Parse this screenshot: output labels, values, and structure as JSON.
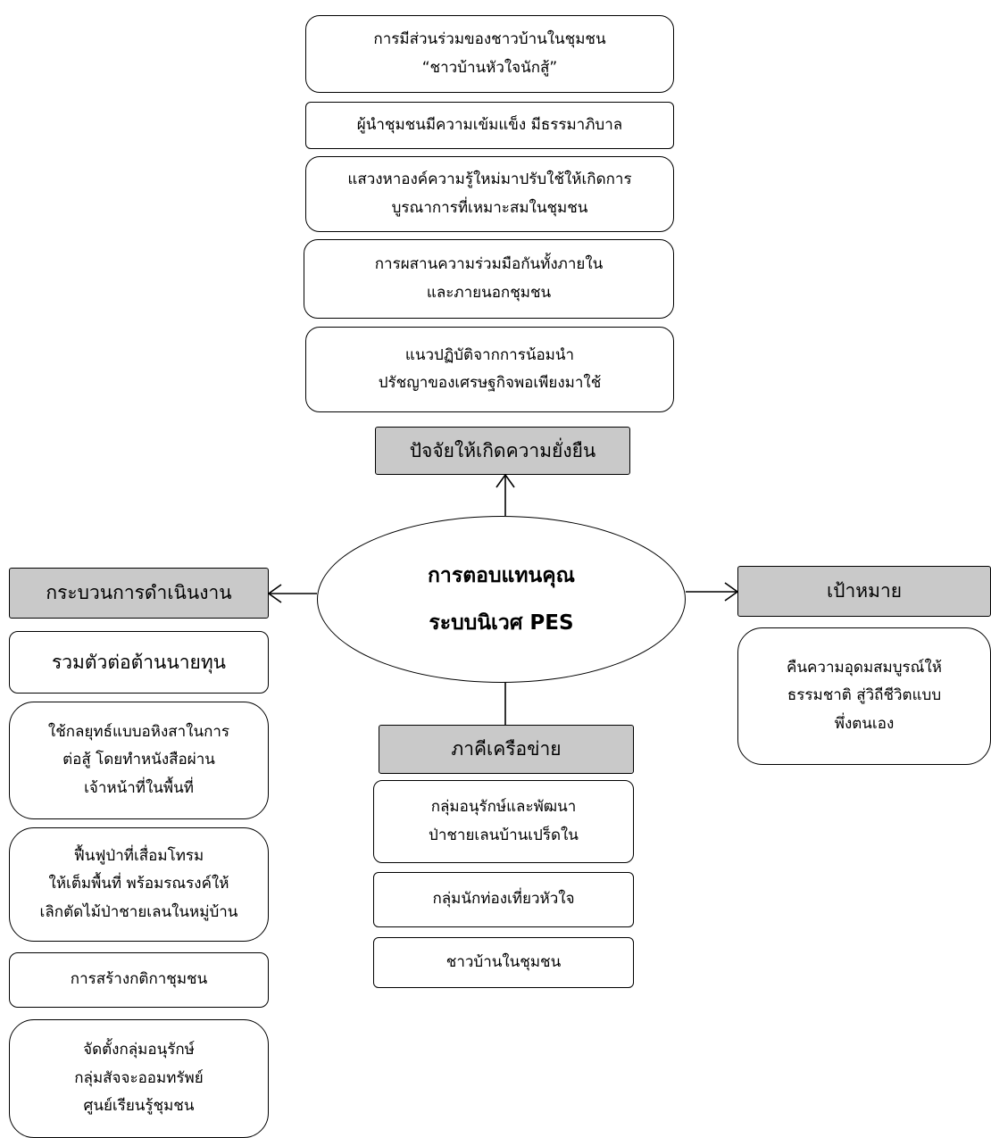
{
  "center": {
    "line1": "การตอบแทนคุณ",
    "line2": "ระบบนิเวศ PES"
  },
  "factors": {
    "header": "ปัจจัยให้เกิดความยั่งยืน",
    "items": [
      {
        "line1": "การมีส่วนร่วมของชาวบ้านในชุมชน",
        "line2": "“ชาวบ้านหัวใจนักสู้”"
      },
      {
        "line1": "ผู้นำชุมชนมีความเข้มแข็ง มีธรรมาภิบาล",
        "line2": ""
      },
      {
        "line1": "แสวงหาองค์ความรู้ใหม่มาปรับใช้ให้เกิดการ",
        "line2": "บูรณาการที่เหมาะสมในชุมชน"
      },
      {
        "line1": "การผสานความร่วมมือกันทั้งภายใน",
        "line2": "และภายนอกชุมชน"
      },
      {
        "line1": "แนวปฏิบัติจากการน้อมนำ",
        "line2": "ปรัชญาของเศรษฐกิจพอเพียงมาใช้"
      }
    ]
  },
  "process": {
    "header": "กระบวนการดำเนินงาน",
    "items": [
      {
        "line1": "รวมตัวต่อต้านนายทุน",
        "line2": "",
        "line3": ""
      },
      {
        "line1": "ใช้กลยุทธ์แบบอหิงสาในการ",
        "line2": "ต่อสู้ โดยทำหนังสือผ่าน",
        "line3": "เจ้าหน้าที่ในพื้นที่"
      },
      {
        "line1": "ฟื้นฟูป่าที่เสื่อมโทรม",
        "line2": "ให้เต็มพื้นที่ พร้อมรณรงค์ให้",
        "line3": "เลิกตัดไม้ป่าชายเลนในหมู่บ้าน"
      },
      {
        "line1": "การสร้างกติกาชุมชน",
        "line2": "",
        "line3": ""
      },
      {
        "line1": "จัดตั้งกลุ่มอนุรักษ์",
        "line2": "กลุ่มสัจจะออมทรัพย์",
        "line3": "ศูนย์เรียนรู้ชุมชน"
      }
    ]
  },
  "network": {
    "header": "ภาคีเครือข่าย",
    "items": [
      {
        "line1": "กลุ่มอนุรักษ์และพัฒนา",
        "line2": "ป่าชายเลนบ้านเปร็ดใน"
      },
      {
        "line1": "กลุ่มนักท่องเที่ยวหัวใจ",
        "line2": ""
      },
      {
        "line1": "ชาวบ้านในชุมชน",
        "line2": ""
      }
    ]
  },
  "goal": {
    "header": "เป้าหมาย",
    "line1": "คืนความอุดมสมบูรณ์ให้",
    "line2": "ธรรมชาติ สู่วิถีชีวิตแบบ",
    "line3": "พึ่งตนเอง"
  }
}
